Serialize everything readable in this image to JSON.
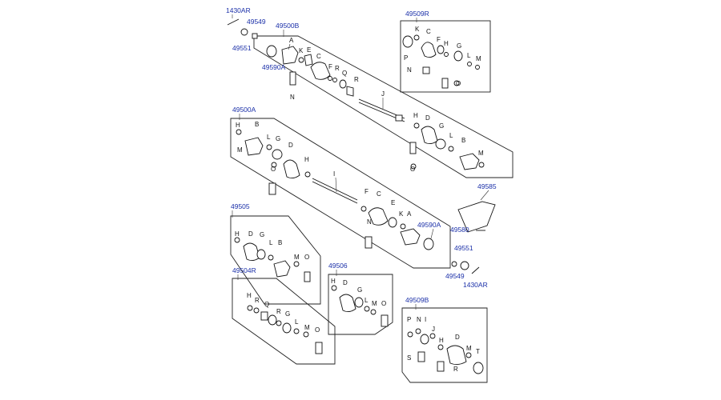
{
  "part_numbers": {
    "p1430ar_top": "1430AR",
    "p49549_top": "49549",
    "p49551_top": "49551",
    "p49500b": "49500B",
    "p49590a_top": "49590A",
    "p49509r": "49509R",
    "p49500a": "49500A",
    "p49585": "49585",
    "p49580": "49580",
    "p49590a_mid": "49590A",
    "p49551_bot": "49551",
    "p49549_bot": "49549",
    "p1430ar_bot": "1430AR",
    "p49505": "49505",
    "p49504r": "49504R",
    "p49506": "49506",
    "p49509b": "49509B"
  },
  "letters": {
    "A": "A",
    "B": "B",
    "C": "C",
    "D": "D",
    "E": "E",
    "F": "F",
    "G": "G",
    "H": "H",
    "I": "I",
    "J": "J",
    "K": "K",
    "L": "L",
    "M": "M",
    "N": "N",
    "O": "O",
    "P": "P",
    "Q": "Q",
    "R": "R",
    "S": "S",
    "T": "T"
  }
}
